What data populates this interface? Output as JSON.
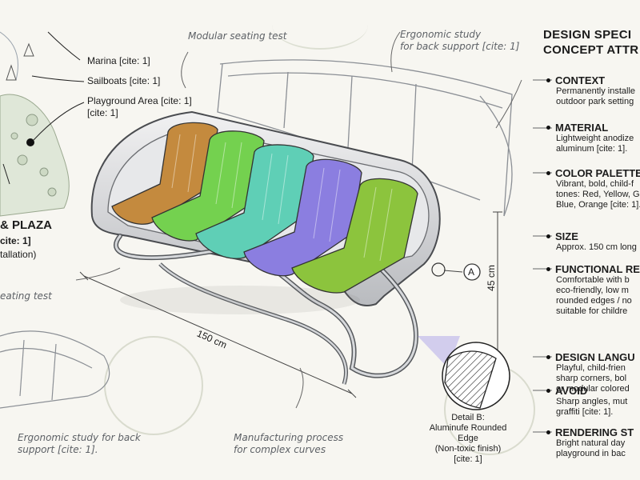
{
  "notes": {
    "modular_seating": "Modular seating test",
    "ergonomic_top": "Ergonomic study\nfor back support [cite: 1]",
    "seating_test_left": "eating test",
    "ergonomic_bottom": "Ergonomic study for back\nsupport [cite: 1].",
    "manufacturing": "Manufacturing process\nfor complex curves"
  },
  "map": {
    "marina": "Marina [cite: 1]",
    "sailboats": "Sailboats [cite: 1]",
    "playground": "Playground Area [cite: 1]\n[cite: 1]",
    "plaza_title": "& PLAZA",
    "plaza_cite": "cite: 1]",
    "plaza_installation": "tallation)"
  },
  "dimensions": {
    "length": "150 cm",
    "height": "45 cm",
    "callout_letter": "A"
  },
  "detail": {
    "title": "Detail B:",
    "line1": "Aluminufe Rounded Edge",
    "line2": "(Non-toxic finish)",
    "line3": "[cite: 1]"
  },
  "specs": {
    "title_line1": "DESIGN SPECI",
    "title_line2": "CONCEPT ATTR",
    "items": [
      {
        "head": "CONTEXT",
        "body": "Permanently installe\noutdoor park setting"
      },
      {
        "head": "MATERIAL",
        "body": "Lightweight anodize\naluminum [cite: 1]."
      },
      {
        "head": "COLOR PALETTE",
        "body": "Vibrant, bold, child-f\ntones: Red, Yellow, G\nBlue, Orange [cite: 1]."
      },
      {
        "head": "SIZE",
        "body": "Approx. 150 cm long"
      },
      {
        "head": "FUNCTIONAL RE",
        "body": "Comfortable with b\neco-friendly, low m\nrounded edges / no\nsuitable for childre"
      },
      {
        "head": "DESIGN LANGU",
        "body": "Playful, child-frien\nsharp corners, bol\nor modular colored"
      },
      {
        "head": "AVOID",
        "body": "Sharp angles, mut\ngraffiti [cite: 1]."
      },
      {
        "head": "RENDERING ST",
        "body": "Bright natural day\nplayground in bac"
      }
    ]
  },
  "colors": {
    "seat_orange": "#c48a3e",
    "seat_green": "#74d14f",
    "seat_teal": "#5fcfb6",
    "seat_purple": "#8b7ee0",
    "seat_lime": "#8cc43d",
    "frame": "#d9dadc",
    "stain": "#c9ccb9"
  }
}
